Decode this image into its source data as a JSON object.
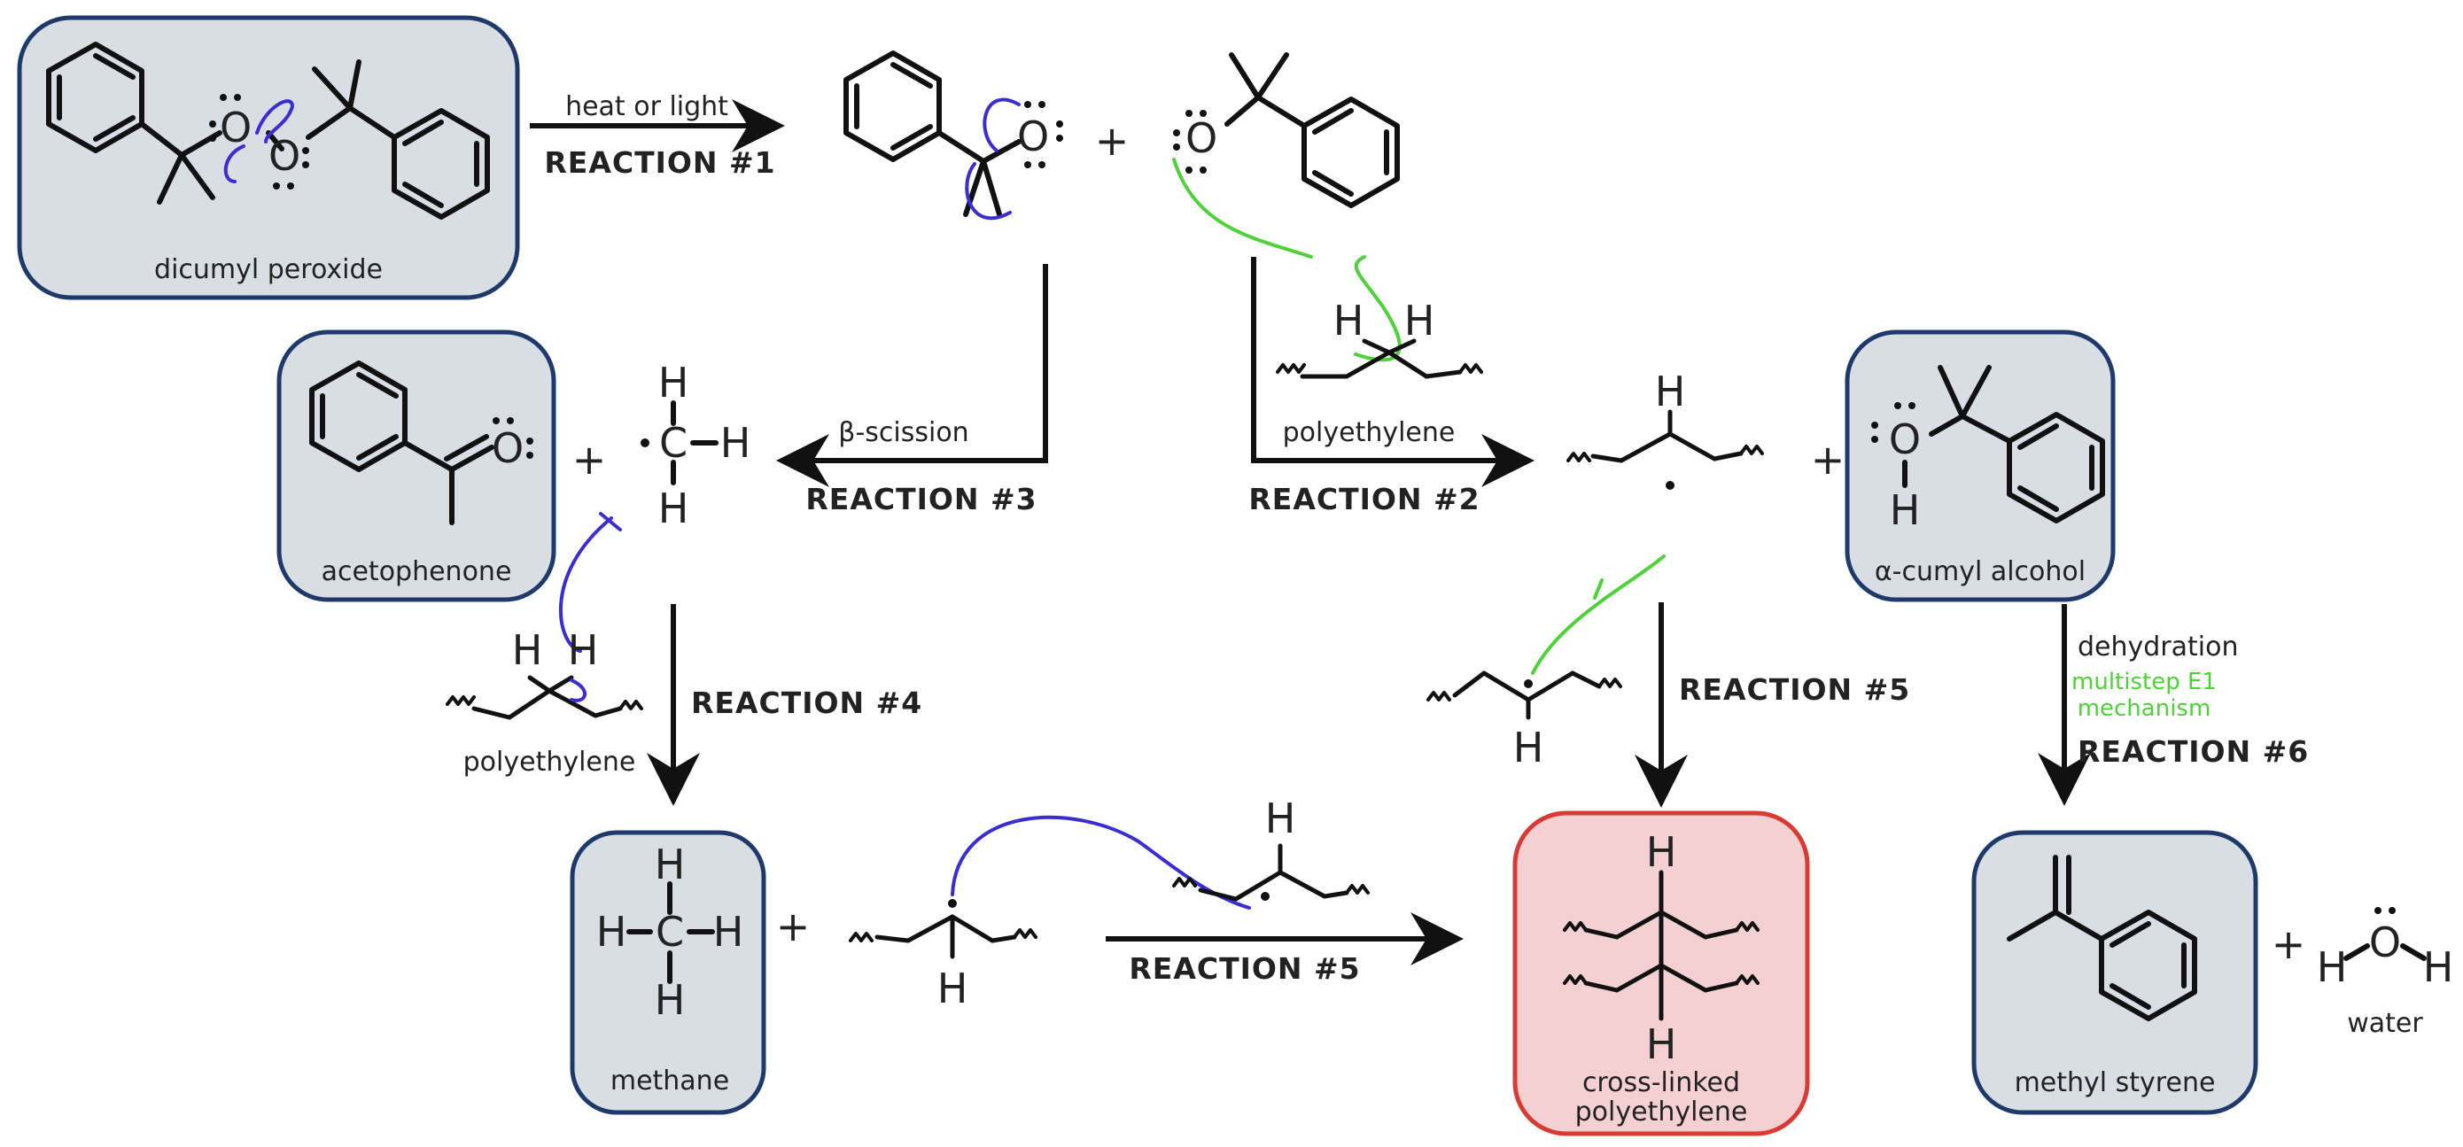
{
  "colors": {
    "box_fill": "#d9dde4",
    "box_stroke": "#1e3a6b",
    "product_fill": "#f5d0d2",
    "product_stroke": "#d83a34",
    "arrow_blue": "#3a2ed0",
    "arrow_green": "#4fd13a",
    "ink": "#111111"
  },
  "atoms": {
    "O": "O",
    "H": "H",
    "C": "C",
    "plus": "+"
  },
  "compounds": {
    "dicumyl_peroxide": "dicumyl peroxide",
    "acetophenone": "acetophenone",
    "alpha_cumyl_alcohol": "α-cumyl alcohol",
    "methane": "methane",
    "crosslinked_line1": "cross-linked",
    "crosslinked_line2": "polyethylene",
    "methyl_styrene": "methyl styrene",
    "water": "water",
    "polyethylene": "polyethylene"
  },
  "reactions": {
    "r1_condition": "heat or light",
    "r1": "REACTION #1",
    "r2": "REACTION #2",
    "r3_condition": "β-scission",
    "r3": "REACTION #3",
    "r4": "REACTION #4",
    "r5": "REACTION #5",
    "r6_condition": "dehydration",
    "r6_mech_line1": "multistep E1",
    "r6_mech_line2": "mechanism",
    "r6": "REACTION #6"
  }
}
